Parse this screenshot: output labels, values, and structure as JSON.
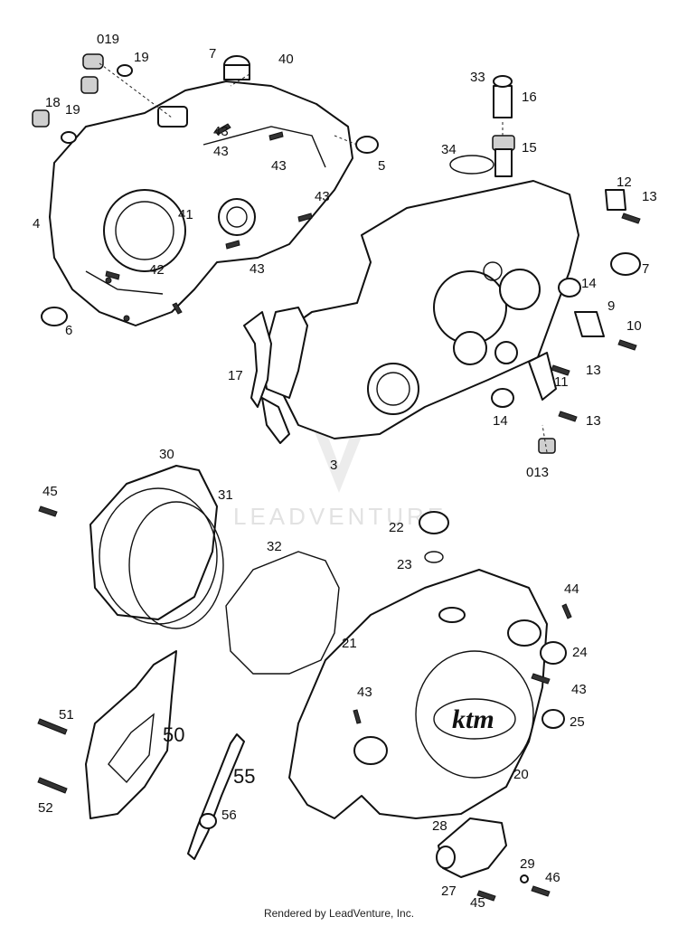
{
  "watermark": "LEADVENTURE",
  "footer": "Rendered by LeadVenture, Inc.",
  "callouts": {
    "c019": "019",
    "c19a": "19",
    "c7a": "7",
    "c40": "40",
    "c33": "33",
    "c16": "16",
    "c18": "18",
    "c19b": "19",
    "c43a": "43",
    "c43b": "43",
    "c5": "5",
    "c34": "34",
    "c15": "15",
    "c12": "12",
    "c13a": "13",
    "c4": "4",
    "c41": "41",
    "c43c": "43",
    "c43d": "43",
    "c7b": "7",
    "c42": "42",
    "c14a": "14",
    "c9": "9",
    "c6": "6",
    "c10": "10",
    "c17": "17",
    "c11": "11",
    "c13b": "13",
    "c14b": "14",
    "c13c": "13",
    "c3": "3",
    "c013": "013",
    "c30": "30",
    "c45a": "45",
    "c31": "31",
    "c22": "22",
    "c32": "32",
    "c23": "23",
    "c44": "44",
    "c21": "21",
    "c24": "24",
    "c43e": "43",
    "c43f": "43",
    "c25": "25",
    "c51": "51",
    "c50": "50",
    "c55": "55",
    "c20": "20",
    "c52": "52",
    "c56": "56",
    "c28": "28",
    "c29": "29",
    "c46": "46",
    "c27": "27",
    "c45b": "45"
  },
  "logo_text": "ktm"
}
